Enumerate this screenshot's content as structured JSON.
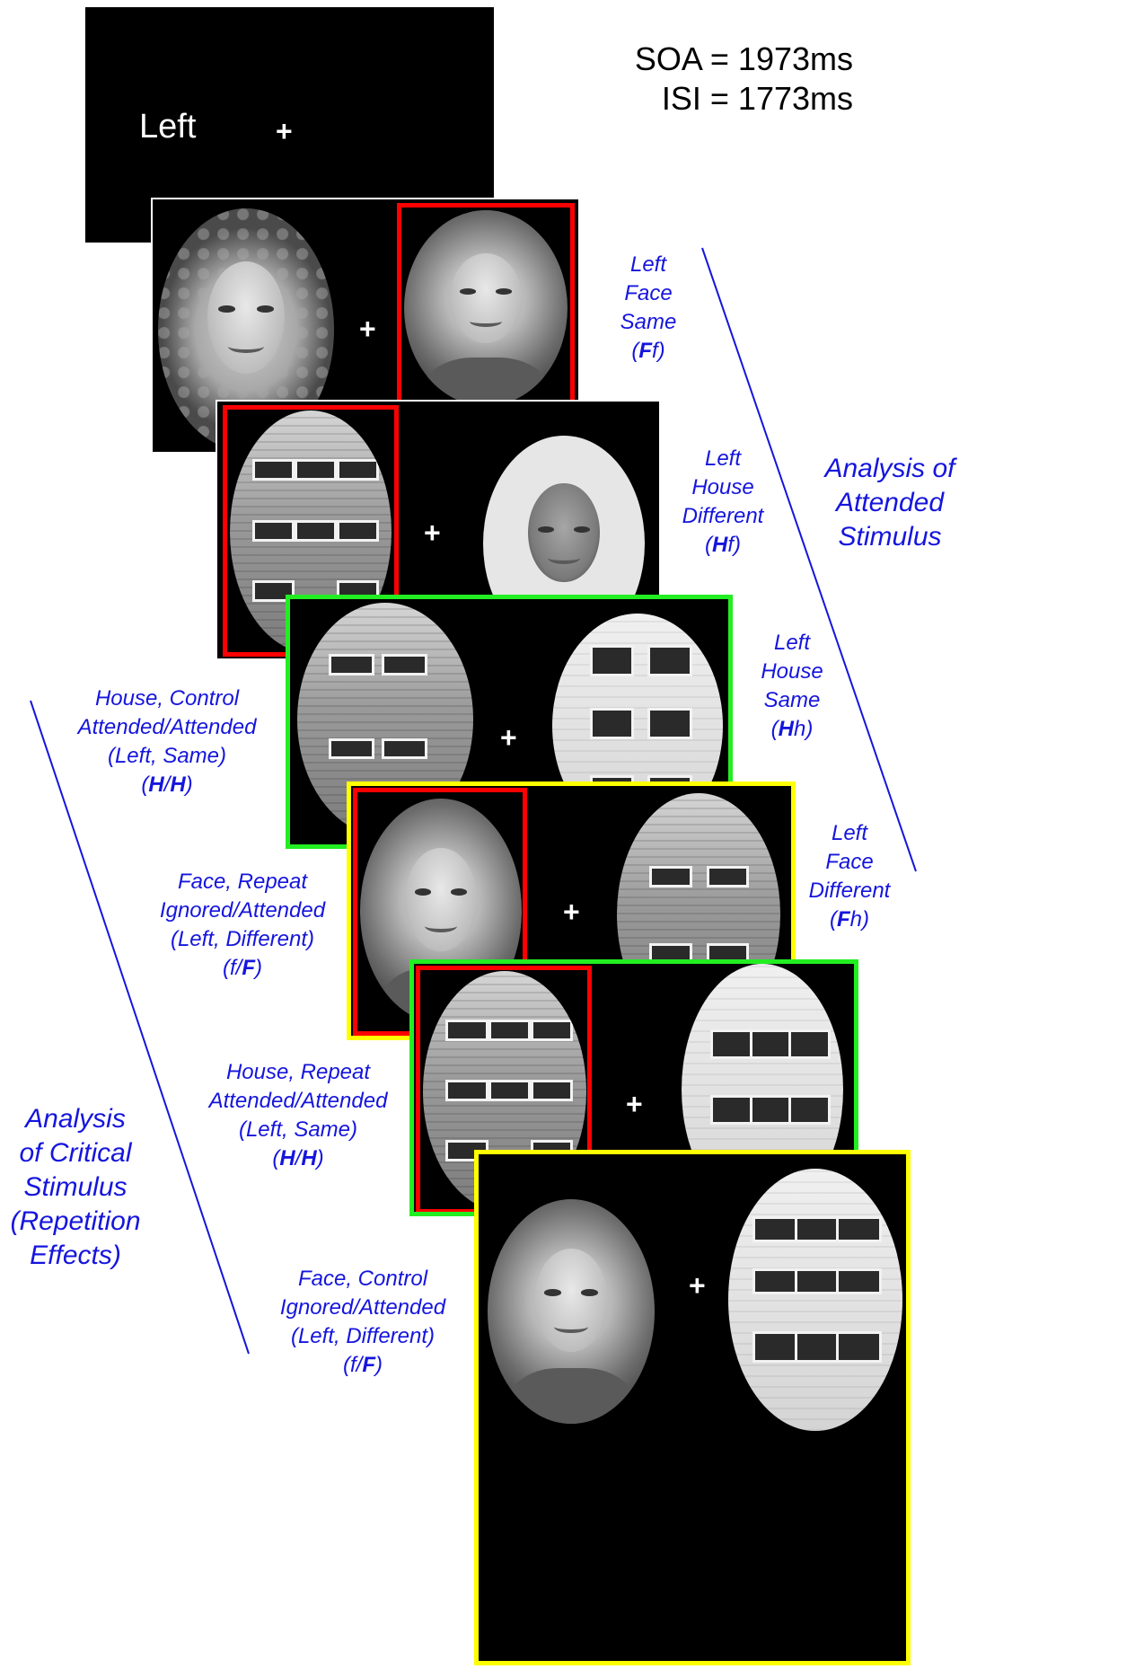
{
  "timing": {
    "soa": "SOA = 1973ms",
    "isi": "ISI = 1773ms"
  },
  "cue": {
    "word": "Left",
    "fixation": "+"
  },
  "colors": {
    "label": "#1515dd",
    "red_box": "#ff0000",
    "green_border": "#22ee22",
    "yellow_border": "#ffff00"
  },
  "trials": [
    {
      "l1": "Left",
      "l2": "Face",
      "l3": "Same",
      "code_b": "F",
      "code_r": "f"
    },
    {
      "l1": "Left",
      "l2": "House",
      "l3": "Different",
      "code_b": "H",
      "code_r": "f"
    },
    {
      "l1": "Left",
      "l2": "House",
      "l3": "Same",
      "code_b": "H",
      "code_r": "h"
    },
    {
      "l1": "Left",
      "l2": "Face",
      "l3": "Different",
      "code_b": "F",
      "code_r": "h"
    }
  ],
  "conditions": [
    {
      "l1": "House, Control",
      "l2": "Attended/Attended",
      "l3": "(Left, Same)",
      "a": "H",
      "b": "H"
    },
    {
      "l1": "Face, Repeat",
      "l2": "Ignored/Attended",
      "l3": "(Left, Different)",
      "a": "f",
      "b": "F"
    },
    {
      "l1": "House, Repeat",
      "l2": "Attended/Attended",
      "l3": "(Left, Same)",
      "a": "H",
      "b": "H"
    },
    {
      "l1": "Face, Control",
      "l2": "Ignored/Attended",
      "l3": "(Left, Different)",
      "a": "f",
      "b": "F"
    }
  ],
  "headings": {
    "attended": [
      "Analysis of",
      "Attended",
      "Stimulus"
    ],
    "critical": [
      "Analysis",
      "of Critical",
      "Stimulus",
      "(Repetition",
      "Effects)"
    ]
  }
}
